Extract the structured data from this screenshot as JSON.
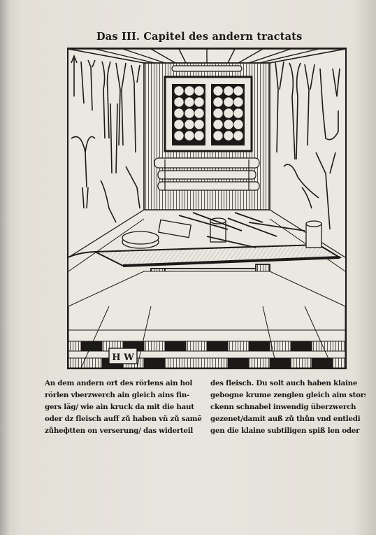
{
  "running_head": "Das III. Capitel des andern tractats",
  "woodcut": {
    "monogram": "H W"
  },
  "text": {
    "left_column": [
      "An dem andern ort des rörlens ain hol",
      "rörlen vberzwerch ain gleich ains fin-",
      "gers läg/ wie ain kruck da mit die haut",
      "oder dz fleisch auff zů haben vñ zů samē",
      "zůheфtten on verserung/ das widerteil"
    ],
    "right_column": [
      "des fleisch.  Du solt auch haben klaine",
      "gebogne krume zenglen gleich aim stors",
      "ckenn schnabel inwendig überzwerch",
      "gezenet/damit auß zů thůn vnd entledi",
      "gen die klaine subtiligen spiß len oder"
    ]
  },
  "colors": {
    "paper": "#e6e3dc",
    "ink": "#1b1a18",
    "backdrop": "#3a3a38"
  }
}
